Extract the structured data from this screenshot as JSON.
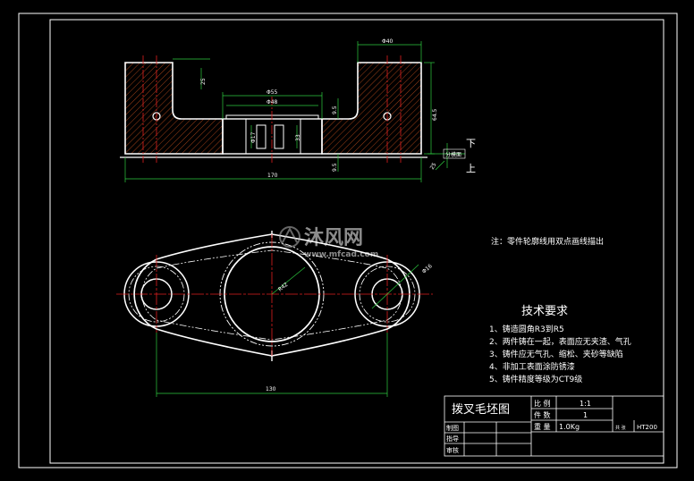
{
  "watermark": {
    "brand": "沐风网",
    "url": "www.mfcad.com"
  },
  "dimensions": {
    "top_width": "Φ40",
    "bore_outer": "Φ55",
    "bore_inner": "Φ48",
    "hole_left": "Φ17",
    "depth": "33",
    "overall_width": "170",
    "height_total": "64.5",
    "height_mid": "9.5",
    "height_bottom": "9.5",
    "small_left": "25",
    "base_thk": "25",
    "bottom_len": "130",
    "boss_radius": "R42",
    "boss_diam": "Φ16"
  },
  "parting": {
    "label": "分模面",
    "top": "下",
    "bottom": "上"
  },
  "note": "注：零件轮廓线用双点画线描出",
  "requirements": {
    "title": "技术要求",
    "items": [
      "1、铸造圆角R3到R5",
      "2、两件铸在一起，表面应无夹渣、气孔",
      "3、铸件应无气孔、缩松、夹砂等缺陷",
      "4、非加工表面涂防锈漆",
      "5、铸件精度等级为CT9级"
    ]
  },
  "title_block": {
    "name": "拨叉毛坯图",
    "scale_label": "比 例",
    "scale_value": "1:1",
    "qty_label": "件 数",
    "qty_value": "1",
    "weight_label": "重 量",
    "weight_value": "1.0Kg",
    "sheet_label": "共 张",
    "material": "HT200",
    "draw_label": "制图",
    "guide_label": "指导",
    "check_label": "审核"
  }
}
